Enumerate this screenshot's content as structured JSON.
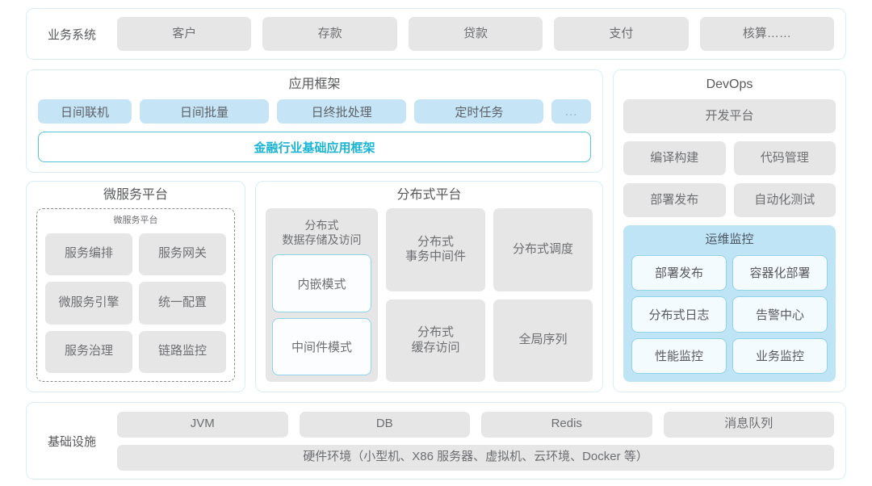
{
  "business": {
    "label": "业务系统",
    "items": [
      "客户",
      "存款",
      "贷款",
      "支付",
      "核算……"
    ]
  },
  "app_framework": {
    "title": "应用框架",
    "chips": [
      "日间联机",
      "日间批量",
      "日终批处理",
      "定时任务",
      "..."
    ],
    "banner": "金融行业基础应用框架",
    "banner_color": "#1bb4d4"
  },
  "microservice": {
    "title": "微服务平台",
    "inner_title": "微服务平台",
    "items": [
      "服务编排",
      "服务网关",
      "微服务引擎",
      "统一配置",
      "服务治理",
      "链路监控"
    ]
  },
  "distributed": {
    "title": "分布式平台",
    "col_a": {
      "head": "分布式\n数据存储及访问",
      "head_line1": "分布式",
      "head_line2": "数据存储及访问",
      "modes": [
        "内嵌模式",
        "中间件模式"
      ]
    },
    "col_b": [
      {
        "line1": "分布式",
        "line2": "事务中间件"
      },
      {
        "line1": "分布式",
        "line2": "缓存访问"
      }
    ],
    "col_c": [
      {
        "line1": "分布式调度",
        "line2": ""
      },
      {
        "line1": "全局序列",
        "line2": ""
      }
    ]
  },
  "devops": {
    "title": "DevOps",
    "wide_item": "开发平台",
    "items": [
      "编译构建",
      "代码管理",
      "部署发布",
      "自动化测试"
    ],
    "ops": {
      "title": "运维监控",
      "items": [
        "部署发布",
        "容器化部署",
        "分布式日志",
        "告警中心",
        "性能监控",
        "业务监控"
      ]
    }
  },
  "infrastructure": {
    "label": "基础设施",
    "top_items": [
      "JVM",
      "DB",
      "Redis",
      "消息队列"
    ],
    "bottom_item": "硬件环境（小型机、X86 服务器、虚拟机、云环境、Docker 等）"
  },
  "colors": {
    "shell_border": "#d9eef4",
    "card_gray": "#e6e6e6",
    "chip_blue": "#c5e4f5",
    "ops_blue": "#bfe4f6",
    "accent": "#1bb4d4"
  }
}
